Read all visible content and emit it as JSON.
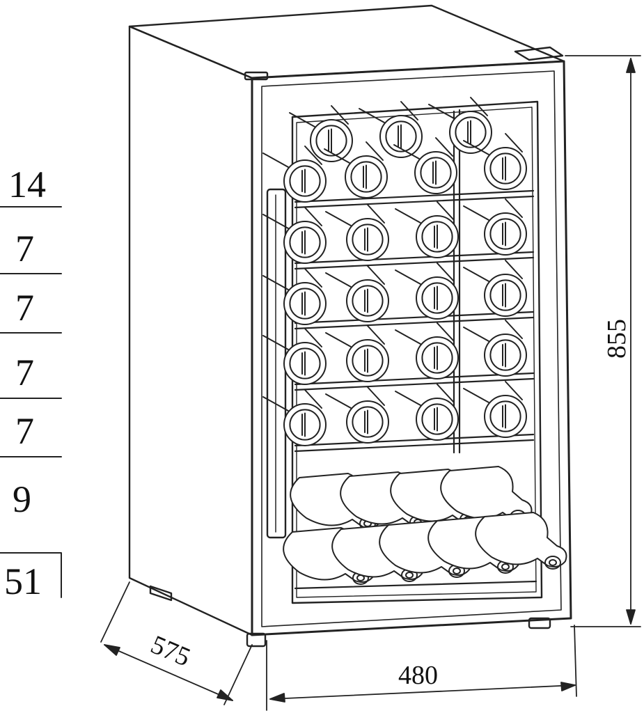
{
  "shelf_capacity": [
    "14",
    "7",
    "7",
    "7",
    "7",
    "9"
  ],
  "total_capacity": "51",
  "dimensions": {
    "height": "855",
    "width": "480",
    "depth": "575"
  }
}
